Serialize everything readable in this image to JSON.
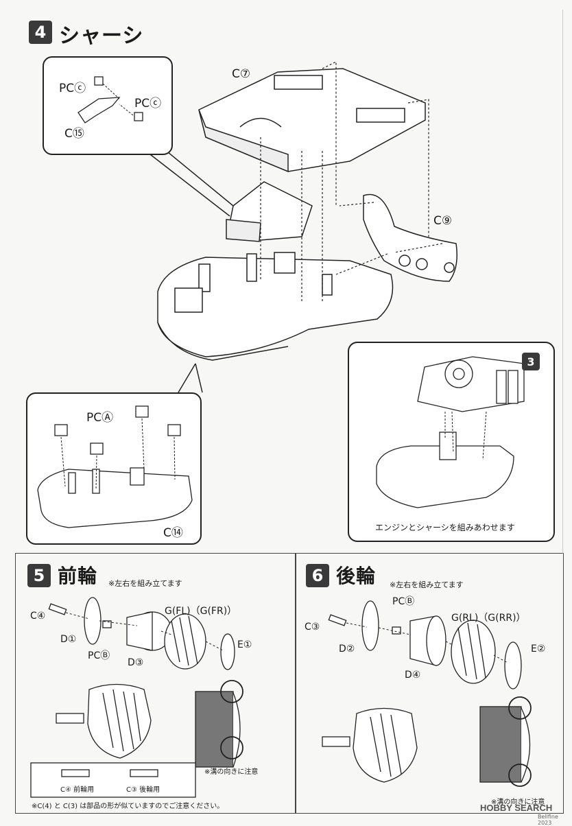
{
  "step4": {
    "number": "4",
    "title": "シャーシ",
    "labels": {
      "c7": "C⑦",
      "c9": "C⑨",
      "pc_c_left": "PCⓒ",
      "pc_c_right": "PCⓒ",
      "c15": "C⑮",
      "pc_a": "PCⒶ",
      "c14": "C⑭"
    },
    "engine_box": {
      "step_ref": "3",
      "caption": "エンジンとシャーシを組みあわせます"
    }
  },
  "step5": {
    "number": "5",
    "title": "前輪",
    "note": "※左右を組み立てます",
    "labels": {
      "c4": "C④",
      "d1": "D①",
      "pc_b": "PCⒷ",
      "d3": "D③",
      "g": "G(FL)（G(FR)）",
      "e1": "E①"
    },
    "groove_note": "※溝の向きに注意",
    "legend": {
      "front": "C④ 前輪用",
      "rear": "C③ 後輪用"
    },
    "bottom_note": "※C(4) と C(3) は部品の形が似ていますのでご注意ください。"
  },
  "step6": {
    "number": "6",
    "title": "後輪",
    "note": "※左右を組み立てます",
    "labels": {
      "c3": "C③",
      "pc_b": "PCⒷ",
      "d2": "D②",
      "d4": "D④",
      "g": "G(RL)（G(RR)）",
      "e2": "E②"
    },
    "groove_note": "※溝の向きに注意"
  },
  "watermark": "HOBBY SEARCH",
  "credit": "Bellfine 2023"
}
